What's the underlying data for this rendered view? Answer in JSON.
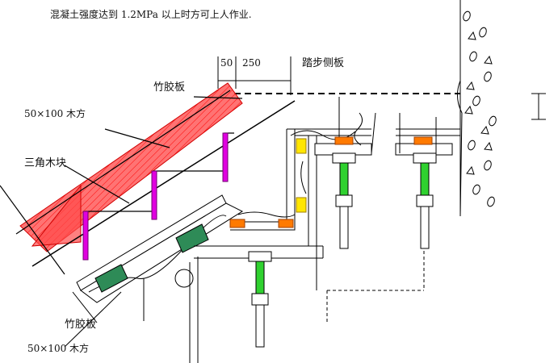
{
  "note": "混凝土强度达到 1.2MPa 以上时方可上人作业.",
  "labels": {
    "dim_50": "50",
    "dim_250": "250",
    "stair_side_form": "踏步侧板",
    "bamboo_plywood_top": "竹胶板",
    "timber_top": "50×100 木方",
    "triangle_block": "三角木块",
    "bamboo_plywood_bottom": "竹胶板",
    "timber_bottom": "50×100 木方"
  },
  "colors": {
    "form_red": "#ff2a2a",
    "support_green": "#2fd12f",
    "pad_yellow": "#ffe600",
    "pad_orange": "#ff7a00",
    "block_magenta": "#e000e0",
    "timber_green": "#2e8b57",
    "line": "#000000"
  }
}
